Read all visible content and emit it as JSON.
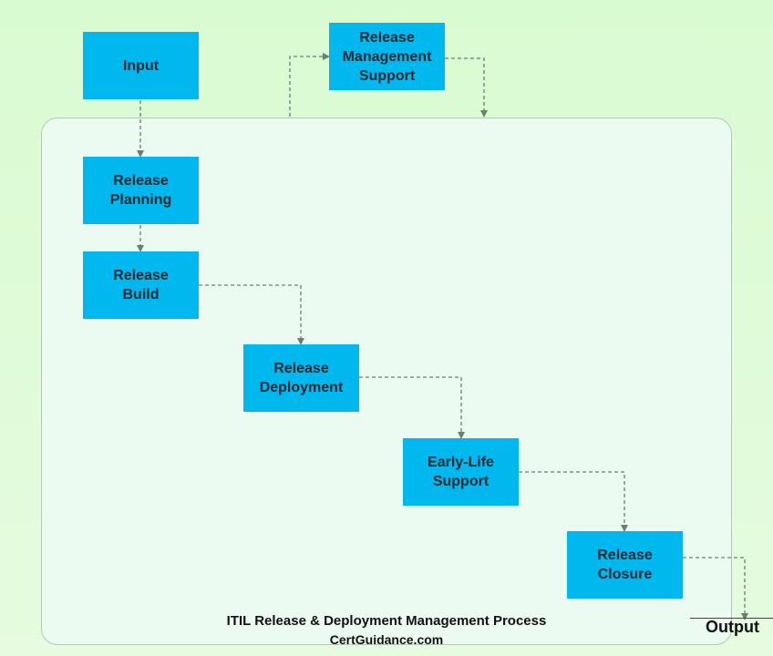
{
  "diagram": {
    "nodes": [
      {
        "id": "input",
        "label": "Input"
      },
      {
        "id": "rms",
        "label": "Release\nManagement\nSupport"
      },
      {
        "id": "plan",
        "label": "Release\nPlanning"
      },
      {
        "id": "build",
        "label": "Release\nBuild"
      },
      {
        "id": "deploy",
        "label": "Release\nDeployment"
      },
      {
        "id": "early",
        "label": "Early-Life\nSupport"
      },
      {
        "id": "closure",
        "label": "Release\nClosure"
      }
    ],
    "output_label": "Output",
    "caption_title": "ITIL Release & Deployment Management Process",
    "caption_site": "CertGuidance.com"
  },
  "colors": {
    "box_fill": "#00b7ee",
    "connector": "#6a7f70",
    "background": "#dffbd8",
    "frame_fill": "#ebfbf2"
  }
}
